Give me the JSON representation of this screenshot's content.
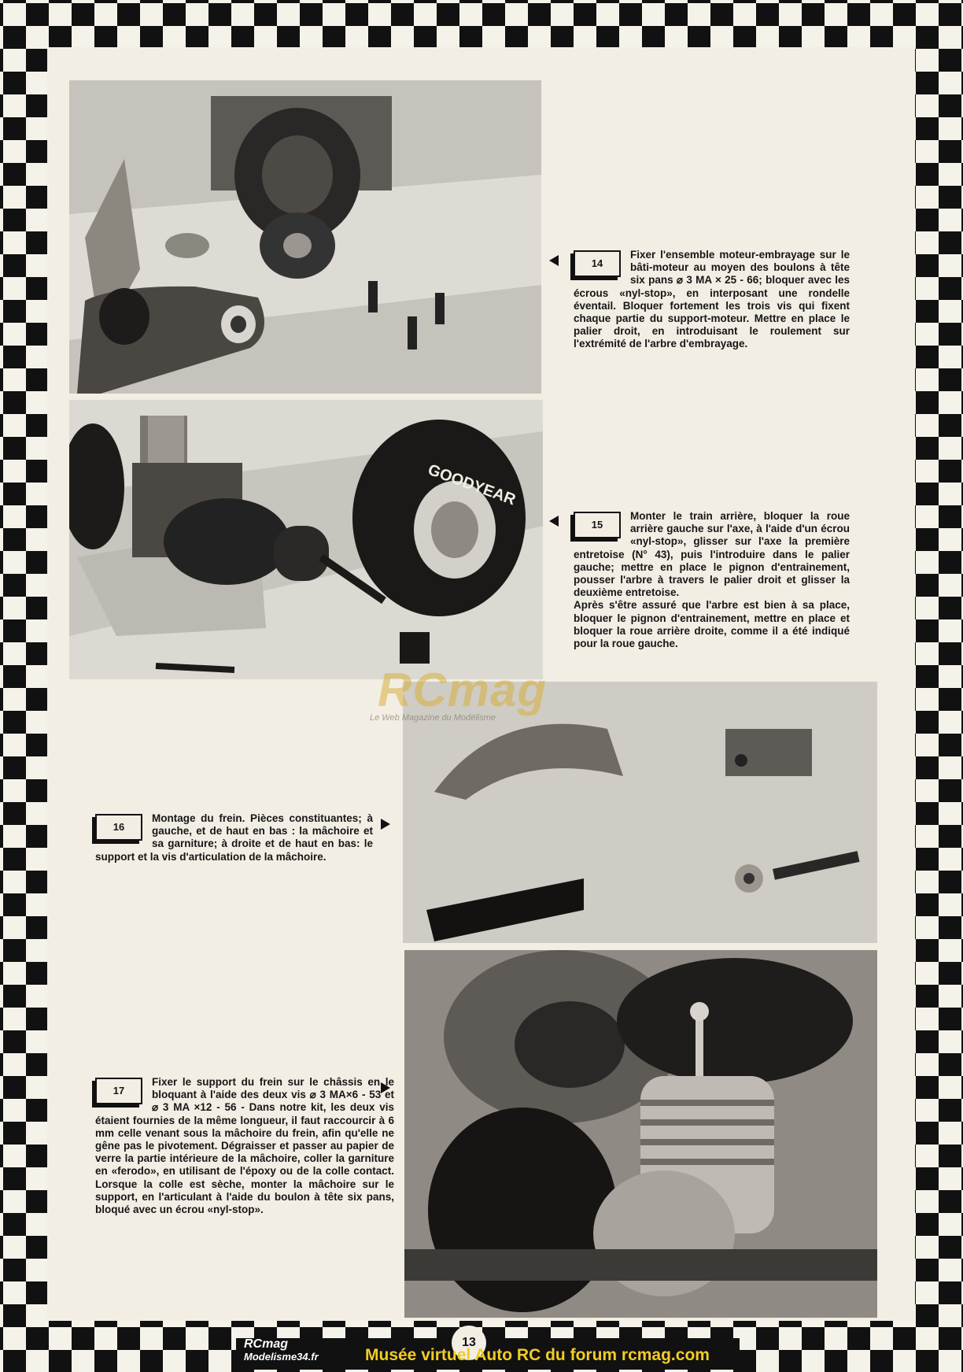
{
  "steps": [
    {
      "number": "14",
      "text": "Fixer l'ensemble moteur-embrayage sur le bâti-moteur au moyen des boulons à tête six pans ⌀ 3 MA × 25 - 66; bloquer avec les écrous «nyl-stop», en interposant une rondelle éventail. Bloquer fortement les trois vis qui fixent chaque partie du support-moteur. Mettre en place le palier droit, en introduisant le roulement sur l'extrémité de l'arbre d'embrayage."
    },
    {
      "number": "15",
      "text": "Monter le train arrière, bloquer la roue arrière gauche sur l'axe, à l'aide d'un écrou «nyl-stop», glisser sur l'axe la première entretoise (N° 43), puis l'introduire dans le palier gauche; mettre en place le pignon d'entrainement, pousser l'arbre à travers le palier droit et glisser la deuxième entretoise.",
      "text2": "Après s'être assuré que l'arbre est bien à sa place, bloquer le pignon d'entrainement, mettre en place et bloquer la roue arrière droite, comme il a été indiqué pour la roue gauche."
    },
    {
      "number": "16",
      "text": "Montage du frein. Pièces constituantes; à gauche, et de haut en bas : la mâchoire et sa garniture; à droite et de haut en bas: le support et la vis d'articulation de la mâchoire."
    },
    {
      "number": "17",
      "text": "Fixer le support du frein sur le châssis en le bloquant à l'aide des deux vis ⌀ 3 MA×6 - 53 et ⌀ 3 MA ×12 - 56 - Dans notre kit, les deux vis étaient fournies de la même longueur, il faut raccourcir à 6 mm celle venant sous la mâchoire du frein, afin qu'elle ne gêne pas le pivotement. Dégraisser et passer au papier de verre la partie intérieure de la mâchoire, coller la garniture en «ferodo», en utilisant de l'époxy ou de la colle contact. Lorsque la colle est sèche, monter la mâchoire sur le support, en l'articulant à l'aide du boulon à tête six pans, bloqué avec un écrou «nyl-stop»."
    }
  ],
  "tire_text": "GOODYEAR",
  "watermark": {
    "logo": "RCmag",
    "tagline": "Le Web Magazine du Modélisme"
  },
  "footer": {
    "logo_line1": "RCmag",
    "logo_line2": "Modelisme34.fr",
    "page_number": "13",
    "caption": "Musée virtuel Auto RC du forum rcmag.com"
  }
}
